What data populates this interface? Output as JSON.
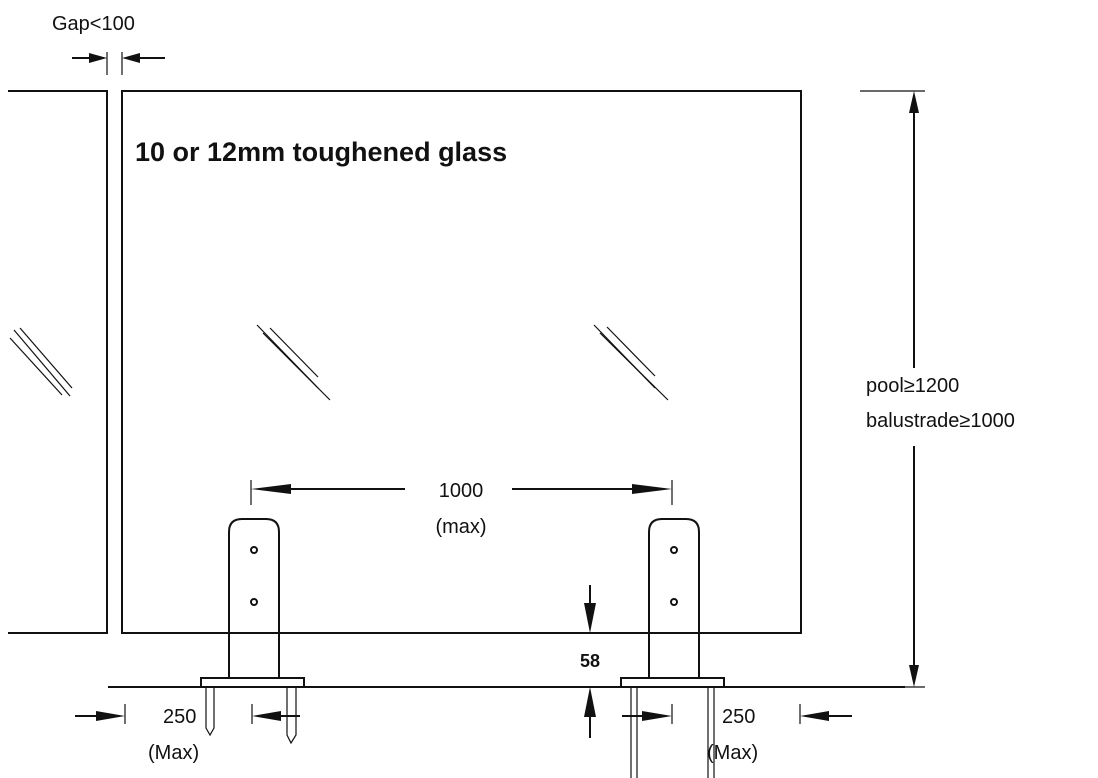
{
  "labels": {
    "gap": "Gap<100",
    "glass_spec": "10 or 12mm toughened glass",
    "height_pool": "pool≥1200",
    "height_balustrade": "balustrade≥1000",
    "spacing_value": "1000",
    "spacing_qualifier": "(max)",
    "clearance_value": "58",
    "overhang_left_value": "250",
    "overhang_left_qualifier": "(Max)",
    "overhang_right_value": "250",
    "overhang_right_qualifier": "(Max)"
  }
}
